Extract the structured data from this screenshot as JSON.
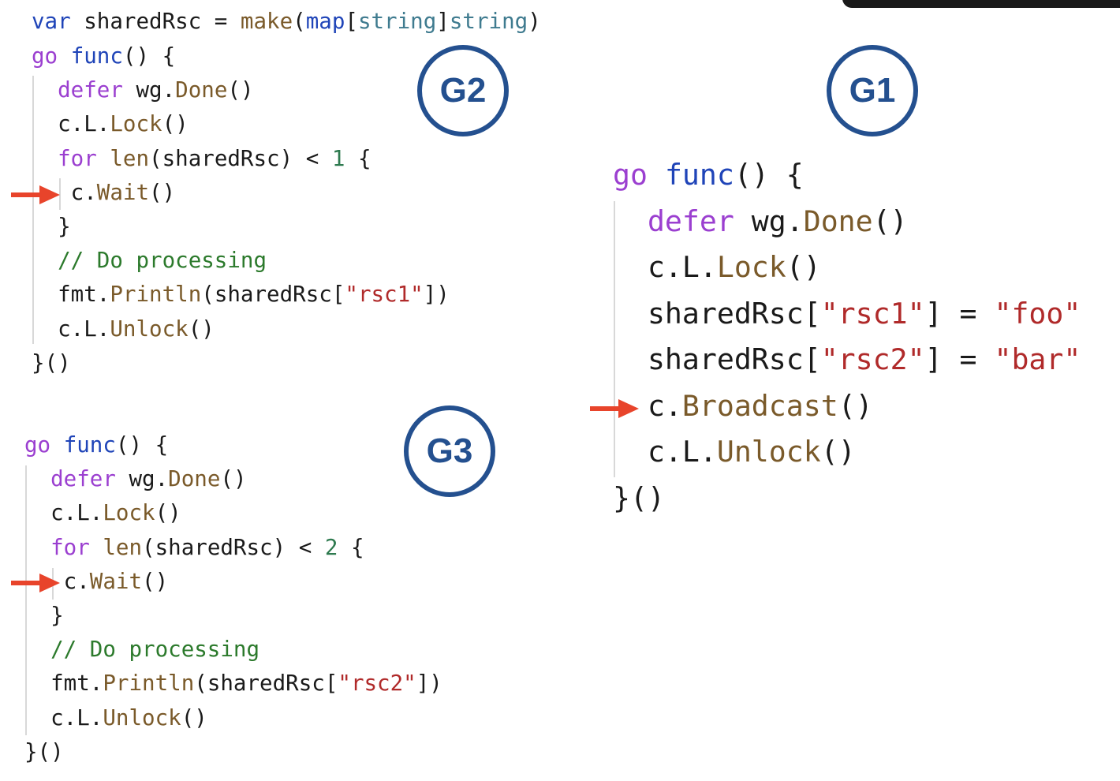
{
  "badges": {
    "g1": "G1",
    "g2": "G2",
    "g3": "G3"
  },
  "colors": {
    "badge": "#24508f",
    "arrow": "#e8442b",
    "keyword": "#9b3fd0",
    "function": "#1f44b8",
    "type": "#3f7b8f",
    "method": "#7a5a2a",
    "string": "#b02a2a",
    "number": "#2e7a4f",
    "comment": "#2c7a2c"
  },
  "icons": {
    "arrow": "red-right-arrow-icon"
  },
  "top": {
    "l1_var": "var",
    "l1_name": " sharedRsc = ",
    "l1_make": "make",
    "l1_open": "(",
    "l1_map": "map",
    "l1_br1": "[",
    "l1_t1": "string",
    "l1_br2": "]",
    "l1_t2": "string",
    "l1_close": ")"
  },
  "g2": {
    "go": "go",
    "func": "func",
    "sig": "() {",
    "defer": "defer",
    "wg": " wg.",
    "done": "Done",
    "done_p": "()",
    "lock_pre": "c.L.",
    "lock": "Lock",
    "lock_p": "()",
    "for": "for",
    "len": "len",
    "cond_a": "(sharedRsc) < ",
    "cond_n": "1",
    "cond_b": " {",
    "wait_pre": "c.",
    "wait": "Wait",
    "wait_p": "()",
    "close_brace": "}",
    "comment": "// Do processing",
    "fmt_pre": "fmt.",
    "println": "Println",
    "arg_a": "(sharedRsc[",
    "arg_s": "\"rsc1\"",
    "arg_b": "])",
    "unlock_pre": "c.L.",
    "unlock": "Unlock",
    "unlock_p": "()",
    "end": "}()"
  },
  "g3": {
    "go": "go",
    "func": "func",
    "sig": "() {",
    "defer": "defer",
    "wg": " wg.",
    "done": "Done",
    "done_p": "()",
    "lock_pre": "c.L.",
    "lock": "Lock",
    "lock_p": "()",
    "for": "for",
    "len": "len",
    "cond_a": "(sharedRsc) < ",
    "cond_n": "2",
    "cond_b": " {",
    "wait_pre": "c.",
    "wait": "Wait",
    "wait_p": "()",
    "close_brace": "}",
    "comment": "// Do processing",
    "fmt_pre": "fmt.",
    "println": "Println",
    "arg_a": "(sharedRsc[",
    "arg_s": "\"rsc2\"",
    "arg_b": "])",
    "unlock_pre": "c.L.",
    "unlock": "Unlock",
    "unlock_p": "()",
    "end": "}()"
  },
  "g1": {
    "go": "go",
    "func": "func",
    "sig": "() {",
    "defer": "defer",
    "wg": " wg.",
    "done": "Done",
    "done_p": "()",
    "lock_pre": "c.L.",
    "lock": "Lock",
    "lock_p": "()",
    "set1_a": "sharedRsc[",
    "set1_key": "\"rsc1\"",
    "set1_b": "] = ",
    "set1_val": "\"foo\"",
    "set2_a": "sharedRsc[",
    "set2_key": "\"rsc2\"",
    "set2_b": "] = ",
    "set2_val": "\"bar\"",
    "bc_pre": "c.",
    "broadcast": "Broadcast",
    "bc_p": "()",
    "unlock_pre": "c.L.",
    "unlock": "Unlock",
    "unlock_p": "()",
    "end": "}()"
  }
}
